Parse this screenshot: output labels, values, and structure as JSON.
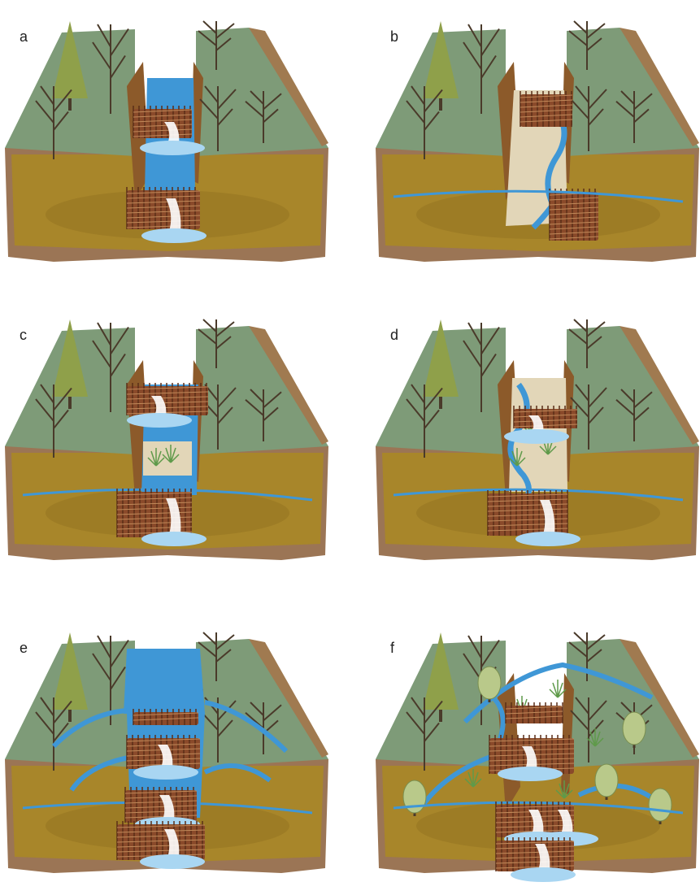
{
  "panels": [
    {
      "id": "a",
      "label": "a"
    },
    {
      "id": "b",
      "label": "b"
    },
    {
      "id": "c",
      "label": "c"
    },
    {
      "id": "d",
      "label": "d"
    },
    {
      "id": "e",
      "label": "e"
    },
    {
      "id": "f",
      "label": "f"
    }
  ],
  "colors": {
    "ground_top": "#7e9b78",
    "soil": "#a8862a",
    "soil_dark": "#8a6a1e",
    "bedrock": "#9b7555",
    "water": "#3f97d6",
    "water_light": "#a9d6f2",
    "dry_bed": "#e2d6b8",
    "dam_wood": "#8a4a2a",
    "tree_conifer": "#8fa04a",
    "tree_bare": "#4a3a2a",
    "shrub_leafy": "#b9c98a",
    "reed": "#5f9a4a"
  }
}
